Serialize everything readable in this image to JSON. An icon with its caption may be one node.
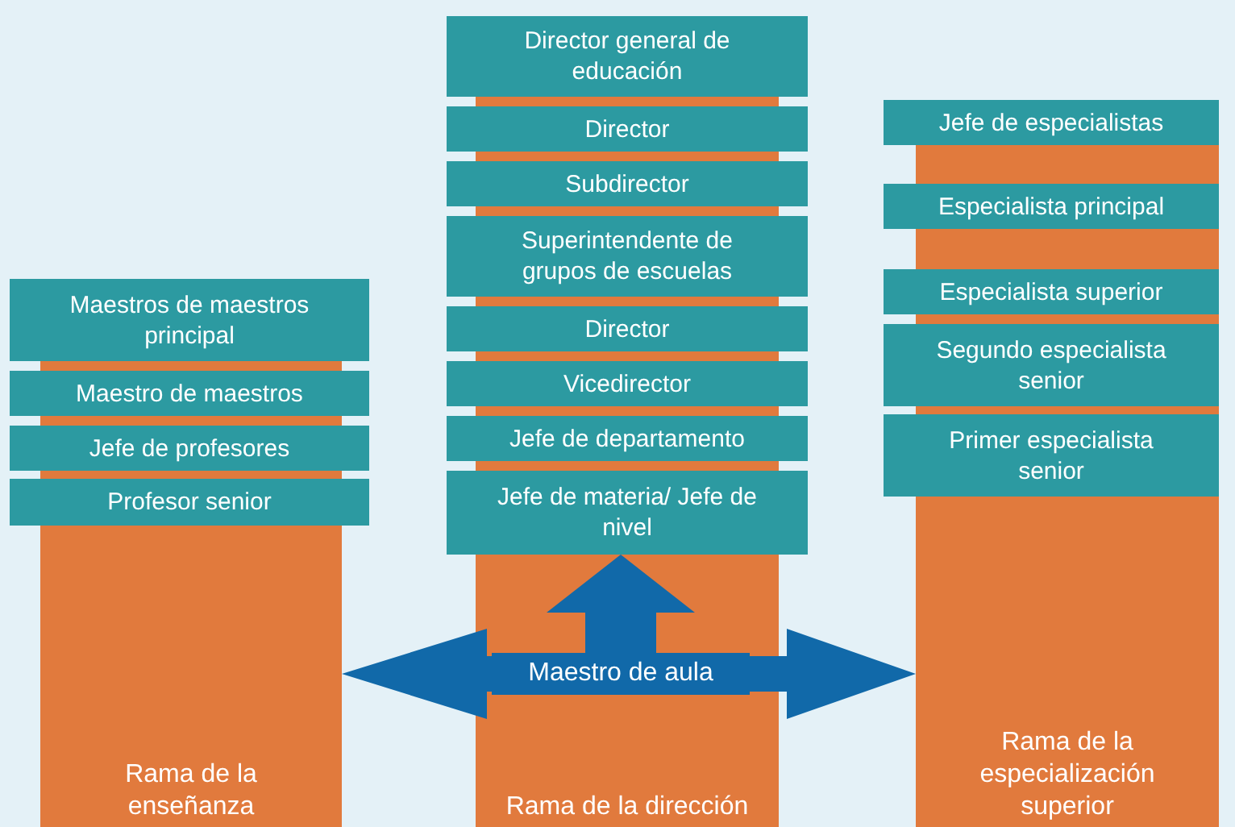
{
  "diagram": {
    "nodes": [
      {
        "text": [
          "Rama de la enseñanza"
        ]
      },
      {
        "text": [
          "Maestros de maestros principal"
        ]
      },
      {
        "text": [
          "Maestro de maestros"
        ]
      },
      {
        "text": [
          "Jefe de profesores"
        ]
      },
      {
        "text": [
          "Profesor senior"
        ]
      },
      {
        "text": [
          "Rama de la dirección"
        ]
      },
      {
        "text": [
          "Director general de educación"
        ]
      },
      {
        "text": [
          "Director"
        ]
      },
      {
        "text": [
          "Subdirector"
        ]
      },
      {
        "text": [
          "Superintendente de grupos de escuelas"
        ]
      },
      {
        "text": [
          "Director"
        ]
      },
      {
        "text": [
          "Vicedirector"
        ]
      },
      {
        "text": [
          "Jefe de departamento"
        ]
      },
      {
        "text": [
          "Jefe de materia/ Jefe de nivel"
        ]
      },
      {
        "text": [
          "Rama de la especialización superior"
        ]
      },
      {
        "text": [
          "Jefe de especialistas"
        ]
      },
      {
        "text": [
          "Especialista principal"
        ]
      },
      {
        "text": [
          "Especialista superior"
        ]
      },
      {
        "text": [
          "Segundo especialista senior"
        ]
      },
      {
        "text": [
          "Primer especialista senior"
        ]
      },
      {
        "text": [
          "Maestro de aula"
        ],
        "in": 5
      }
    ],
    "edges": [
      {
        "from": 20,
        "to": 0,
        "arrow": "to",
        "style": "thick"
      },
      {
        "from": 20,
        "to": 14,
        "arrow": "to",
        "style": "thick"
      },
      {
        "from": 20,
        "to": 13,
        "arrow": "to",
        "style": "thick"
      }
    ]
  }
}
